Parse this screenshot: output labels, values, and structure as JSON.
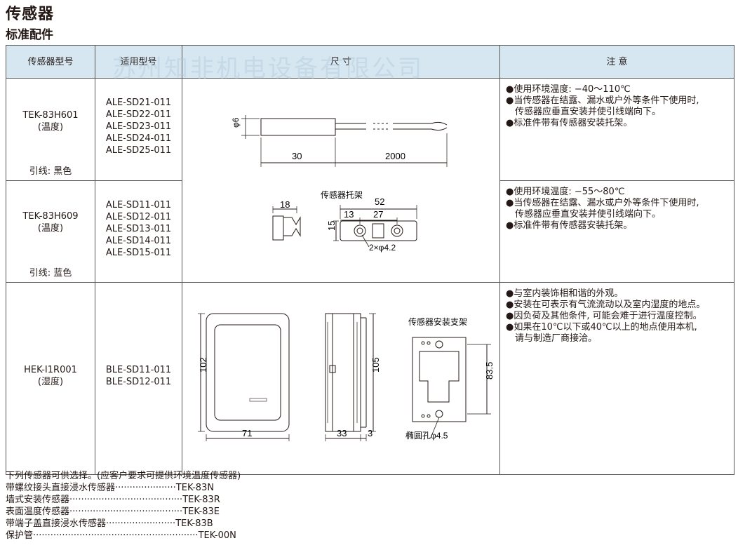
{
  "title": "传感器",
  "subtitle": "标准配件",
  "watermark": "苏州知非机电设备有限公司",
  "table": {
    "headers": [
      "传感器型号",
      "适用型号",
      "尺 寸",
      "注 意"
    ],
    "rows": [
      {
        "model": "TEK-83H601",
        "type": "(温度)",
        "lead": "引线: 黑色",
        "accessories": [
          "ALE-SD21-011",
          "ALE-SD22-011",
          "ALE-SD23-011",
          "ALE-SD24-011",
          "ALE-SD25-011"
        ],
        "notes": [
          "●使用环境温度: −40〜110℃",
          "●当传感器在结露、漏水或户外等条件下使用时,",
          "传感器应垂直安装并使引线端向下。",
          "●标准件带有传感器安装托架。"
        ]
      },
      {
        "model": "TEK-83H609",
        "type": "(温度)",
        "lead": "引线: 蓝色",
        "accessories": [
          "ALE-SD11-011",
          "ALE-SD12-011",
          "ALE-SD13-011",
          "ALE-SD14-011",
          "ALE-SD15-011"
        ],
        "notes": [
          "●使用环境温度: −55〜80℃",
          "●当传感器在结露、漏水或户外等条件下使用时,",
          "传感器应垂直安装并使引线端向下。",
          "●标准件带有传感器安装托架。"
        ]
      },
      {
        "model": "HEK-I1R001",
        "type": "(湿度)",
        "accessories": [
          "BLE-SD11-011",
          "BLE-SD12-011"
        ],
        "notes": [
          "●与室内装饰相和谐的外观。",
          "●安装在可表示有气流流动以及室内湿度的地点。",
          "●因负荷及其他条件, 可能会难于进行温度控制。",
          "●如果在10℃以下或40℃以上的地点使用本机,",
          "请与制造厂商接洽。"
        ]
      }
    ]
  },
  "drawings": {
    "temp": {
      "dia": "φ6",
      "len1": "30",
      "len2": "2000",
      "bracket_label": "传感器托架",
      "w18": "18",
      "w52": "52",
      "w13": "13",
      "w27": "27",
      "h15": "15",
      "hole": "2×φ4.2"
    },
    "humid": {
      "h102": "102",
      "w71": "71",
      "h105": "105",
      "w33": "33",
      "w3": "3",
      "bracket_label": "传感器安装支架",
      "h83": "83.5",
      "slot": "椭圆孔φ4.5"
    }
  },
  "footer": {
    "intro": "下列传感器可供选择。(应客户要求可提供环境温度传感器)",
    "items": [
      {
        "name": "带螺纹接头直接浸水传感器",
        "dots": "·····················",
        "model": "TEK-83N"
      },
      {
        "name": "墙式安装传感器",
        "dots": "·······································",
        "model": "TEK-83R"
      },
      {
        "name": "表面温度传感器",
        "dots": "·······································",
        "model": "TEK-83E"
      },
      {
        "name": "带端子盖直接浸水传感器",
        "dots": "························",
        "model": "TEK-83B"
      },
      {
        "name": "保护管",
        "dots": "·························································",
        "model": "TEK-00N"
      }
    ]
  }
}
